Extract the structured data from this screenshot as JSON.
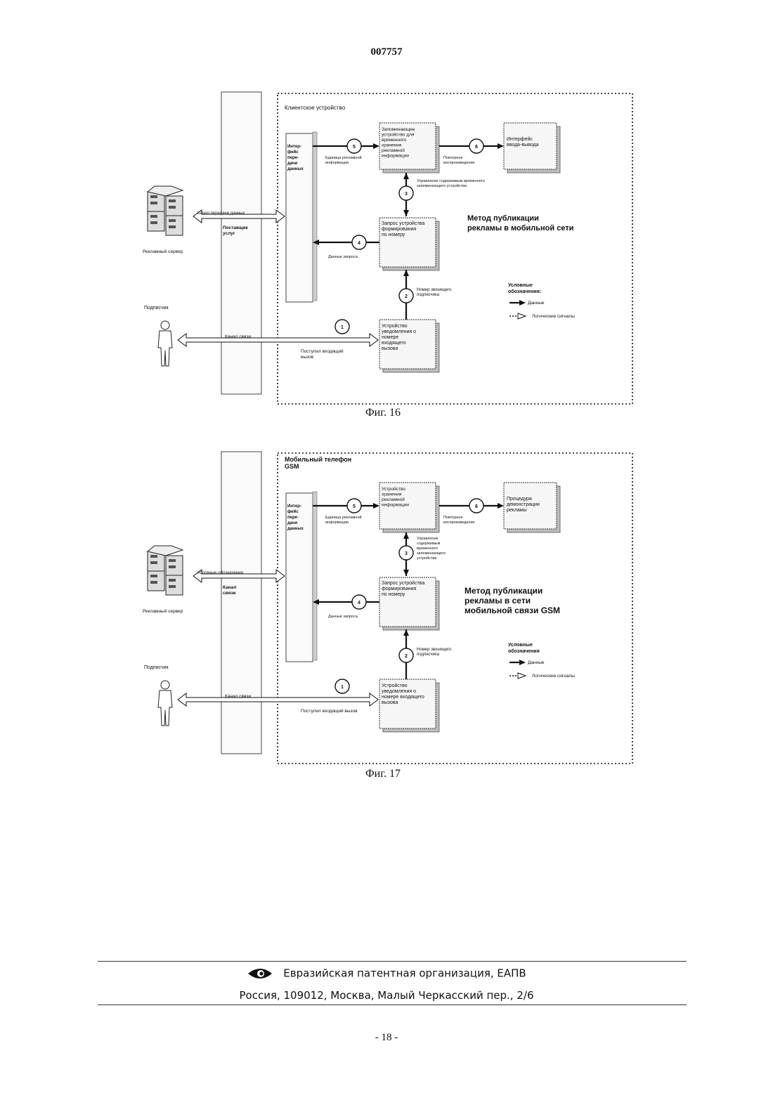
{
  "document_number": "007757",
  "figures": [
    {
      "caption": "Фиг. 16",
      "device_label": "Клиентское устройство",
      "interface_label": [
        "Интер-",
        "фейс",
        "пере-",
        "дачи",
        "данных"
      ],
      "storage_label": [
        "Запоминающее",
        "устройство для",
        "временного",
        "хранения",
        "рекламной",
        "информации"
      ],
      "io_label": [
        "Интерфейс",
        "ввода-вывода"
      ],
      "request_label": [
        "Запрос устройства",
        "формирования",
        "по номеру"
      ],
      "notify_label": [
        "Устройство",
        "уведомления о",
        "номере",
        "входящего",
        "вызова"
      ],
      "server_label": "Рекламный сервер",
      "subscriber_label": "Подписчик",
      "channel_top_label": "Канал передачи данных",
      "provider_label": [
        "Поставщик",
        "услуг"
      ],
      "channel_bottom_label": "Канал связи",
      "incoming_call_label": [
        "Поступил входящий",
        "вызов"
      ],
      "ad_unit_label": [
        "Единица рекламной",
        "информации"
      ],
      "playback_label": [
        "Повторное",
        "воспроизведение"
      ],
      "control_label": [
        "Управление содержимым временного",
        "запоминающего устройства"
      ],
      "request_data_label": "Данные запроса",
      "caller_number_label": [
        "Номер звонящего",
        "подписчика"
      ],
      "title": [
        "Метод публикации",
        "рекламы в мобильной сети"
      ],
      "legend_title": [
        "Условные",
        "обозначения:"
      ],
      "legend_data": "Данные",
      "legend_logic": "Логические сигналы",
      "steps": [
        "1",
        "2",
        "3",
        "4",
        "5",
        "6"
      ]
    },
    {
      "caption": "Фиг. 17",
      "device_label": [
        "Мобильный телефон",
        "GSM"
      ],
      "interface_label": [
        "Интер-",
        "фейс",
        "пере-",
        "дачи",
        "данных"
      ],
      "storage_label": [
        "Устройство",
        "хранения",
        "рекламной",
        "информации"
      ],
      "io_label": [
        "Процедура",
        "демонстрации",
        "рекламы"
      ],
      "request_label": [
        "Запрос устройства",
        "формирования",
        "по номеру"
      ],
      "notify_label": [
        "Устройство",
        "уведомления о",
        "номере входящего",
        "вызова"
      ],
      "server_label": "Рекламный сервер",
      "subscriber_label": "Подписчик",
      "channel_top_label": "Условные обозначения",
      "provider_label": [
        "Канал",
        "связи"
      ],
      "channel_bottom_label": "Канал связи",
      "incoming_call_label": [
        "Поступил входящий вызов"
      ],
      "ad_unit_label": [
        "Единица рекламной",
        "информации"
      ],
      "playback_label": [
        "Повторное",
        "воспроизведение"
      ],
      "control_label": [
        "Управление",
        "содержимым",
        "временного",
        "запоминающего",
        "устройства"
      ],
      "request_data_label": "Данные запроса",
      "caller_number_label": [
        "Номер звонящего",
        "подписчика"
      ],
      "title": [
        "Метод публикации",
        "рекламы в сети",
        "мобильной связи GSM"
      ],
      "legend_title": [
        "Условные",
        "обозначения"
      ],
      "legend_data": "Данные",
      "legend_logic": "Логические сигналы",
      "steps": [
        "1",
        "2",
        "3",
        "4",
        "5",
        "6"
      ]
    }
  ],
  "footer": {
    "organization": "Евразийская патентная организация, ЕАПВ",
    "address": "Россия, 109012, Москва, Малый Черкасский пер., 2/6",
    "page": "- 18 -"
  }
}
